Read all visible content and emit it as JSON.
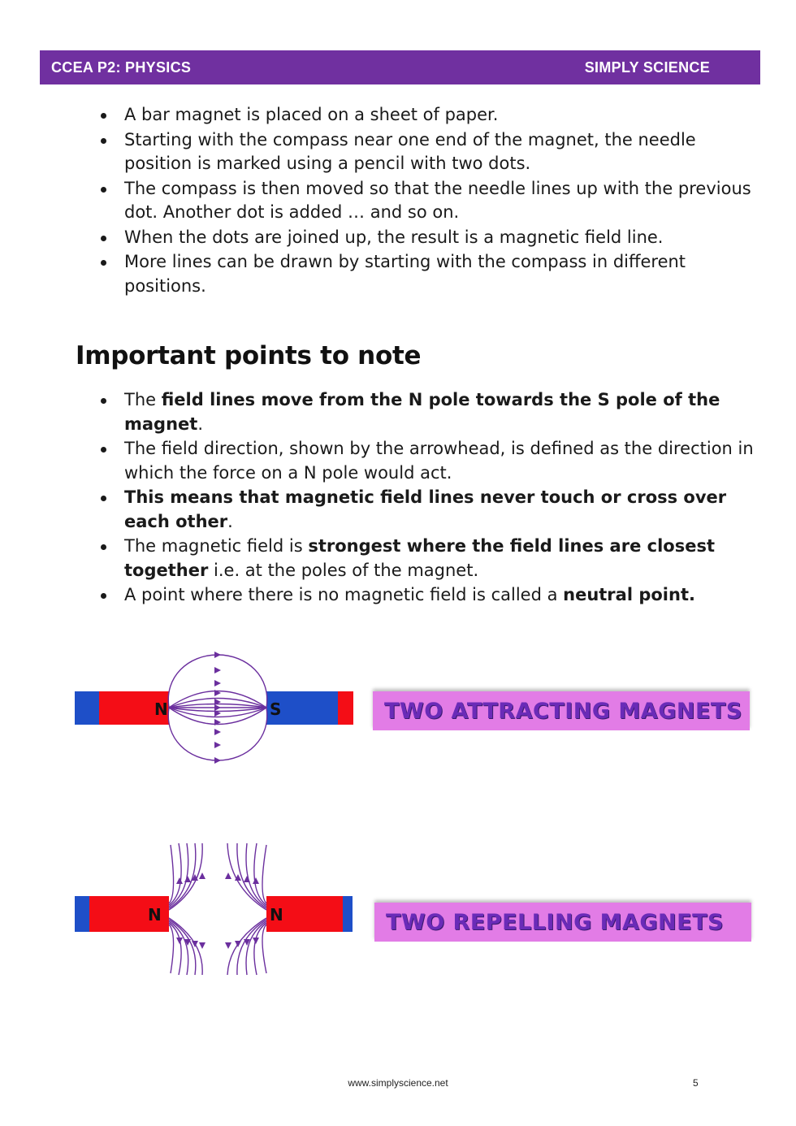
{
  "header": {
    "left": "CCEA P2: PHYSICS",
    "right": "SIMPLY SCIENCE"
  },
  "list1": [
    "A bar magnet is placed on a sheet of paper.",
    "Starting with the compass near one end of the magnet, the needle position is marked using a pencil with two dots.",
    "The compass is then moved so that the needle lines up with the previous dot. Another dot is added … and so on.",
    "When the dots are joined up, the result is a magnetic field line.",
    "More lines can be drawn by starting with the compass in different positions."
  ],
  "heading": "Important points to note",
  "list2": {
    "item1": {
      "a": "The ",
      "b": "field lines move from the N pole towards the S pole of the magnet",
      "c": "."
    },
    "item2": {
      "a": "The field direction, shown by the arrowhead, is defined as the direction in which the force on a N pole would act."
    },
    "item3": {
      "b": "This means that magnetic field lines never touch or cross over each other",
      "c": "."
    },
    "item4": {
      "a": "The magnetic field is ",
      "b": "strongest where the field lines are closest together",
      "c": " i.e. at the poles of the magnet."
    },
    "item5": {
      "a": "A point where there is no magnetic field is called a ",
      "b": "neutral point."
    }
  },
  "diagram1": {
    "pole_left": "N",
    "pole_right": "S",
    "label": "TWO ATTRACTING MAGNETS"
  },
  "diagram2": {
    "pole_left": "N",
    "pole_right": "N",
    "label": "TWO REPELLING MAGNETS"
  },
  "colors": {
    "header": "#7030a0",
    "magnet_red": "#f40d16",
    "magnet_blue": "#1e4fc8",
    "field_line": "#6b2f9e",
    "label_bg": "#e27ce6",
    "label_text": "#6a2bb8"
  },
  "footer": {
    "url": "www.simplyscience.net",
    "page": "5"
  }
}
